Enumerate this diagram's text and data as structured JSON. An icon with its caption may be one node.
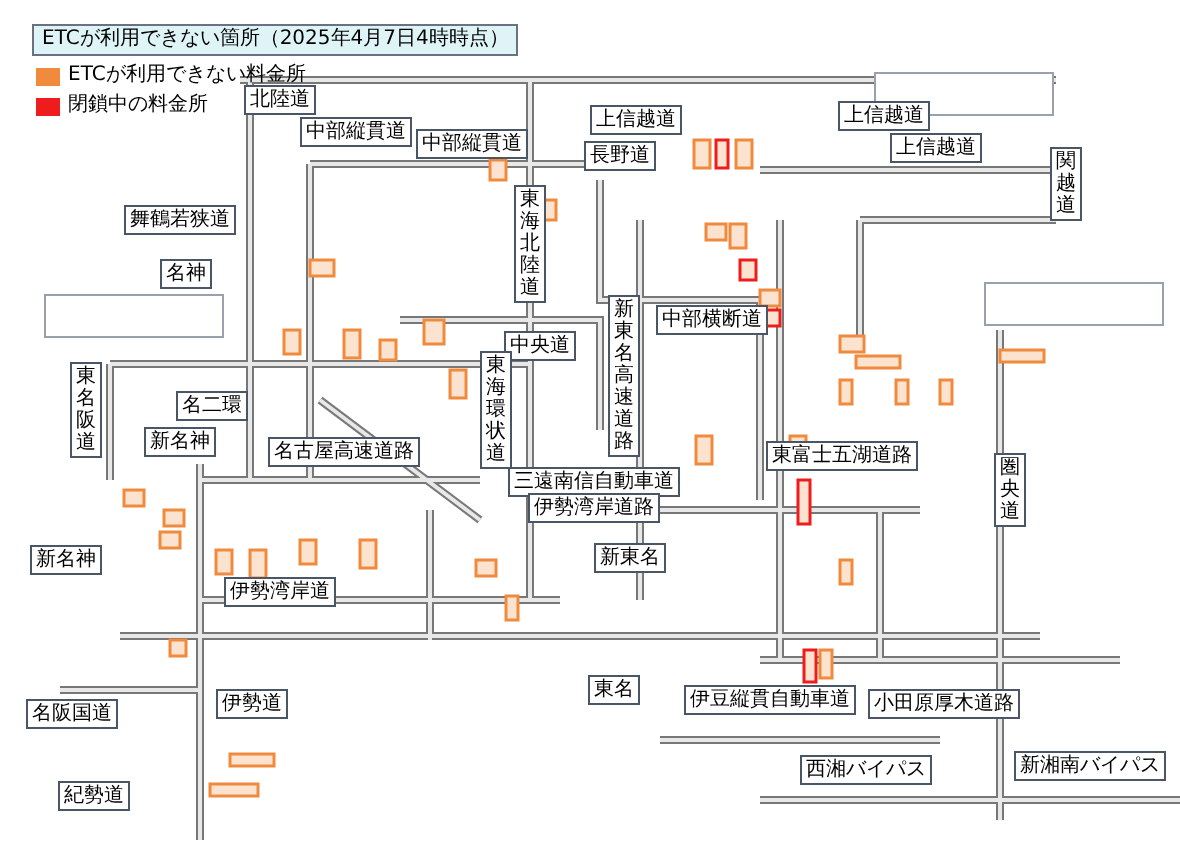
{
  "diagram": {
    "title": "ETCが利用できない箇所（2025年4月7日4時時点）",
    "nodes": [
      {
        "text": [
          "北陸道"
        ]
      },
      {
        "text": [
          "中部縦貫道"
        ]
      },
      {
        "text": [
          "中部縦貫道"
        ]
      },
      {
        "text": [
          "上信越道"
        ]
      },
      {
        "text": [
          "長野道"
        ]
      },
      {
        "text": [],
        "shape": "box"
      },
      {
        "text": [
          "上信越道"
        ]
      },
      {
        "text": [
          "上信越道"
        ]
      },
      {
        "text": [
          "関越道"
        ]
      },
      {
        "text": [
          "舞鶴若狭道"
        ]
      },
      {
        "text": [
          "名神"
        ]
      },
      {
        "text": [],
        "shape": "box"
      },
      {
        "text": [
          "東海北陸道"
        ]
      },
      {
        "text": [
          "中部横断道"
        ]
      },
      {
        "text": [],
        "shape": "box"
      },
      {
        "text": [
          "中央道"
        ]
      },
      {
        "text": [
          "東名阪道"
        ]
      },
      {
        "text": [
          "名二環"
        ]
      },
      {
        "text": [
          "新名神"
        ]
      },
      {
        "text": [
          "名古屋高速道路"
        ]
      },
      {
        "text": [
          "東海環状道"
        ]
      },
      {
        "text": [
          "新東名高速道路"
        ]
      },
      {
        "text": [
          "東富士五湖道路"
        ]
      },
      {
        "text": [
          "新名神"
        ]
      },
      {
        "text": [
          "三遠南信自動車道"
        ]
      },
      {
        "text": [
          "伊勢湾岸道路"
        ]
      },
      {
        "text": [
          "圏央道"
        ]
      },
      {
        "text": [
          "新東名"
        ]
      },
      {
        "text": [
          "伊勢湾岸道"
        ]
      },
      {
        "text": [
          "東名"
        ]
      },
      {
        "text": [
          "伊勢道"
        ]
      },
      {
        "text": [
          "伊豆縦貫自動車道"
        ]
      },
      {
        "text": [
          "小田原厚木道路"
        ]
      },
      {
        "text": [
          "名阪国道"
        ]
      },
      {
        "text": [
          "西湘バイパス"
        ]
      },
      {
        "text": [
          "新湘南バイパス"
        ]
      },
      {
        "text": [
          "紀勢道"
        ]
      }
    ],
    "legend": [
      {
        "text": "ETCが利用できない料金所",
        "color": "#f08a3c"
      },
      {
        "text": "閉鎖中の料金所",
        "color": "#ee1c1c"
      }
    ]
  }
}
